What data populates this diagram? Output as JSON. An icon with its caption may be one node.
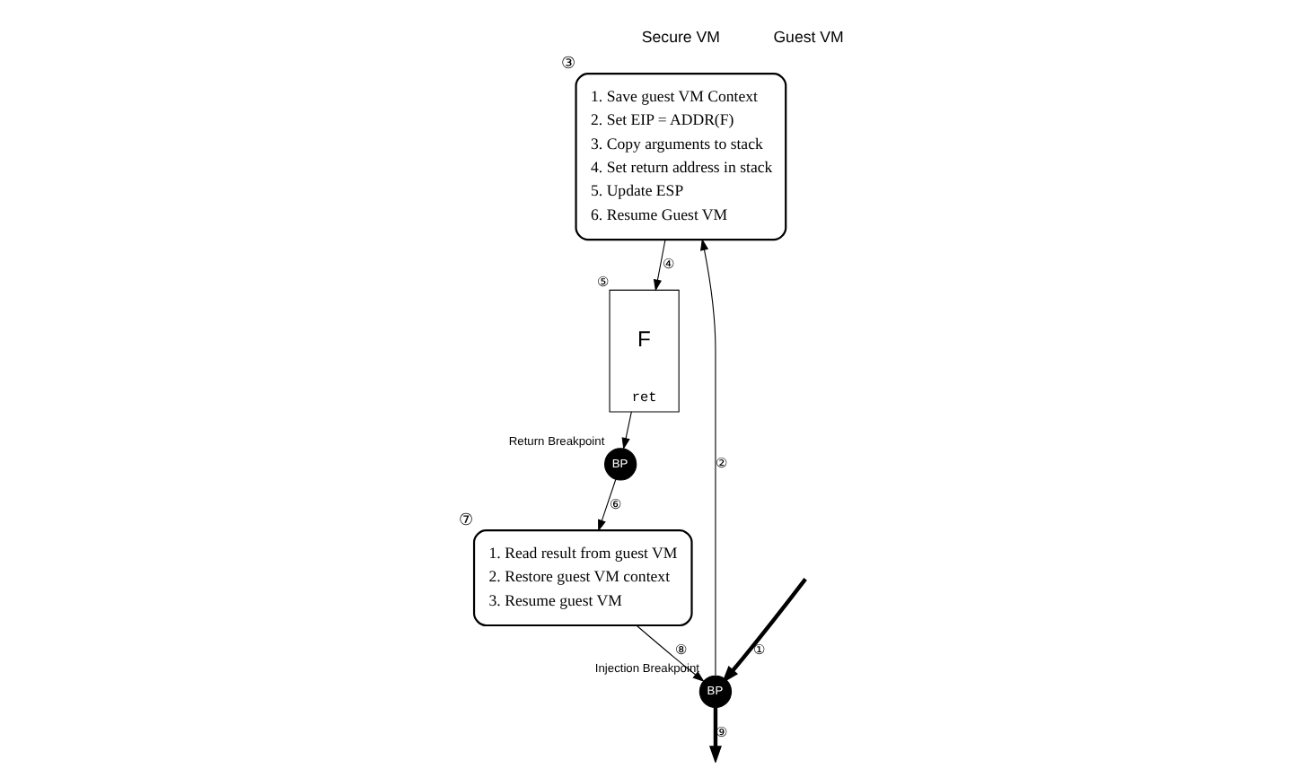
{
  "diagram": {
    "nodes": [
      {
        "text": [
          "1. Save guest VM Context",
          "2. Set EIP = ADDR(F)",
          "3. Copy arguments to stack",
          "4. Set return address in stack",
          "5. Update ESP",
          "6. Resume Guest VM"
        ],
        "beside": [
          "③"
        ]
      },
      {
        "text": [
          "1. Read result from guest VM",
          "2. Restore guest VM context",
          "3. Resume guest VM"
        ],
        "beside": [
          "⑦"
        ]
      },
      {
        "text": [
          "F",
          "ret"
        ],
        "beside": [
          "⑤"
        ]
      },
      {
        "text": [
          "BP"
        ],
        "beside": [
          "Return Breakpoint"
        ]
      },
      {
        "text": [
          "BP"
        ],
        "beside": [
          "Injection Breakpoint"
        ]
      }
    ],
    "edges": [
      {
        "from": null,
        "to": 4,
        "arrow": "to",
        "label": "①",
        "style": "thick"
      },
      {
        "from": 4,
        "to": 0,
        "arrow": "to",
        "label": "②"
      },
      {
        "from": 0,
        "to": 2,
        "arrow": "to",
        "label": "④"
      },
      {
        "from": 2,
        "to": 3,
        "arrow": "to"
      },
      {
        "from": 3,
        "to": 1,
        "arrow": "to",
        "label": "⑥"
      },
      {
        "from": 1,
        "to": 4,
        "arrow": "to",
        "label": "⑧"
      },
      {
        "from": 4,
        "to": null,
        "arrow": "to",
        "label": "⑨",
        "style": "thick"
      }
    ],
    "labels": [
      "Secure VM",
      "Guest VM"
    ]
  }
}
